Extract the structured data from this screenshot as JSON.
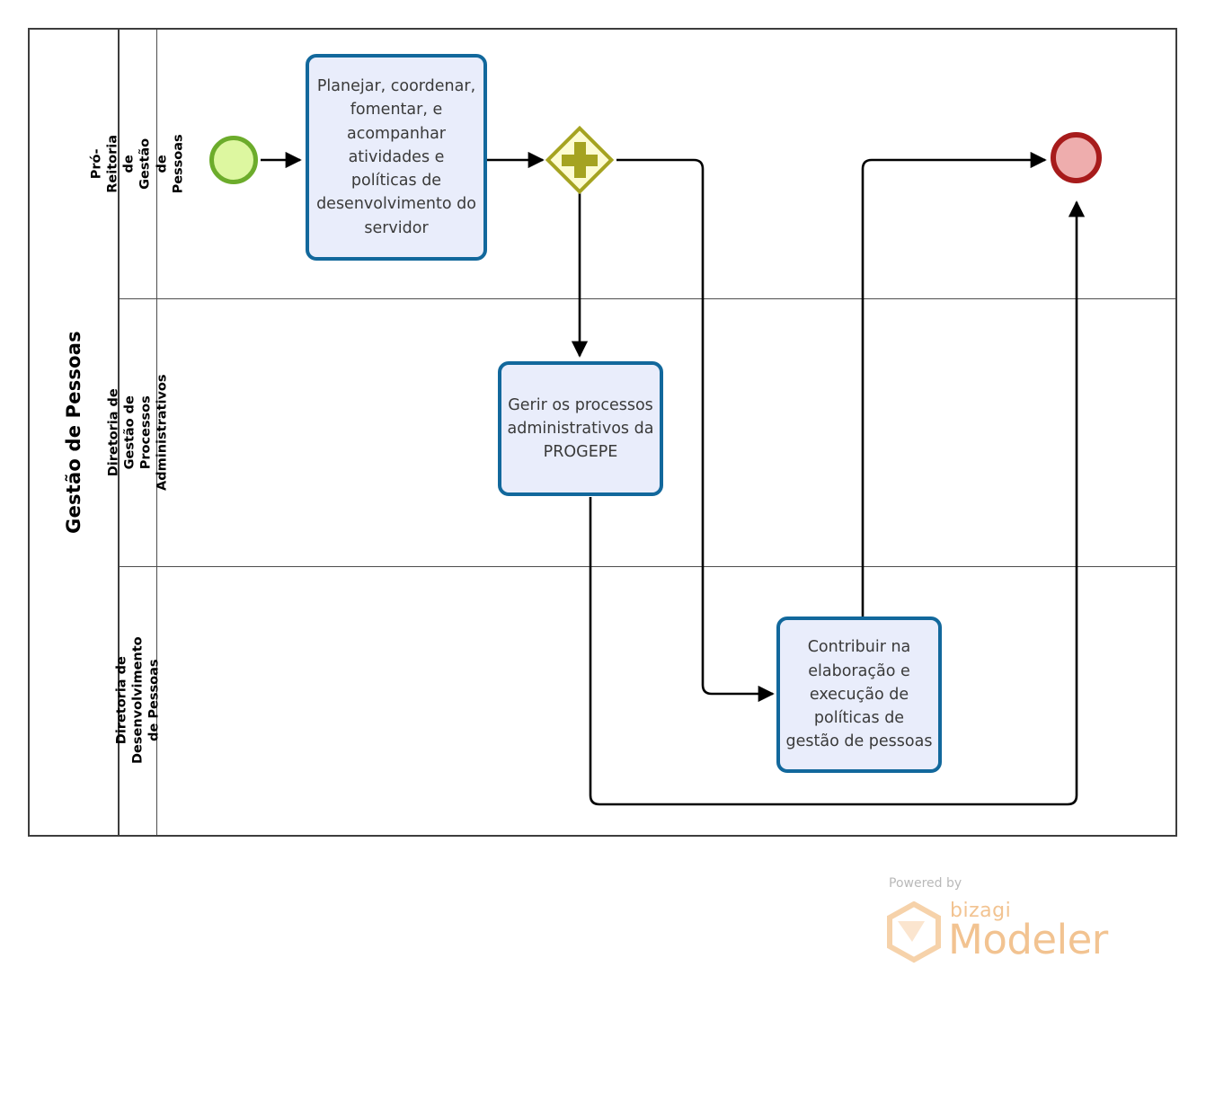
{
  "diagram": {
    "type": "bpmn-process",
    "pool": {
      "name": "Gestão de Pessoas"
    },
    "lanes": [
      {
        "id": "lane-pro-reitoria",
        "name": "Pró-Reitoria de Gestão de Pessoas"
      },
      {
        "id": "lane-processos-adm",
        "name": "Diretoria de Gestão de Processos Administrativos"
      },
      {
        "id": "lane-desenvolvimento",
        "name": "Diretoria de Desenvolvimento de Pessoas"
      }
    ],
    "events": [
      {
        "id": "start-event",
        "kind": "start",
        "lane": "lane-pro-reitoria",
        "fill": "#ddf7a0",
        "stroke": "#6cac2b",
        "label": ""
      },
      {
        "id": "end-event",
        "kind": "end",
        "lane": "lane-pro-reitoria",
        "fill": "#eeadad",
        "stroke": "#a71b1b",
        "label": ""
      }
    ],
    "gateways": [
      {
        "id": "parallel-gateway",
        "kind": "parallel",
        "symbol": "plus",
        "lane": "lane-pro-reitoria",
        "fill": "#fdfcd2",
        "stroke": "#a5a321",
        "label": ""
      }
    ],
    "tasks": [
      {
        "id": "task-planejar",
        "lane": "lane-pro-reitoria",
        "label": "Planejar, coordenar, fomentar, e acompanhar atividades e políticas de desenvolvimento do servidor"
      },
      {
        "id": "task-gerir",
        "lane": "lane-processos-adm",
        "label": "Gerir os processos administrativos da PROGEPE"
      },
      {
        "id": "task-contribuir",
        "lane": "lane-desenvolvimento",
        "label": "Contribuir na elaboração e execução de políticas de gestão de pessoas"
      }
    ],
    "flows": [
      {
        "id": "flow-start-planejar",
        "from": "start-event",
        "to": "task-planejar"
      },
      {
        "id": "flow-planejar-gateway",
        "from": "task-planejar",
        "to": "parallel-gateway"
      },
      {
        "id": "flow-gateway-gerir",
        "from": "parallel-gateway",
        "to": "task-gerir"
      },
      {
        "id": "flow-gateway-contribuir",
        "from": "parallel-gateway",
        "to": "task-contribuir"
      },
      {
        "id": "flow-contribuir-end",
        "from": "task-contribuir",
        "to": "end-event"
      },
      {
        "id": "flow-gerir-end",
        "from": "task-gerir",
        "to": "end-event"
      }
    ],
    "colors": {
      "task_fill": "#e9edfb",
      "task_stroke": "#12689c",
      "start_fill": "#ddf7a0",
      "start_stroke": "#6cac2b",
      "end_fill": "#eeadad",
      "end_stroke": "#a71b1b",
      "gateway_fill": "#fdfcd2",
      "gateway_stroke": "#a5a321",
      "pool_stroke": "#3d3d3d",
      "lane_stroke": "#4d4d4d",
      "flow_stroke": "#000000",
      "watermark": "#f2c391"
    }
  },
  "watermark": {
    "powered_by": "Powered by",
    "brand": "bizagi",
    "product": "Modeler"
  }
}
